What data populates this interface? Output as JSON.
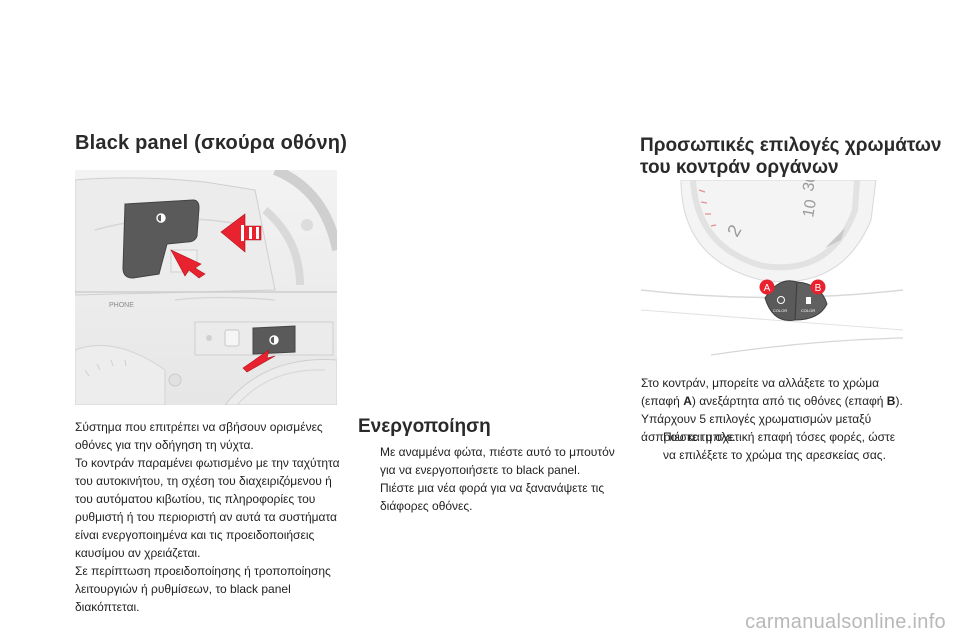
{
  "left": {
    "title": "Black panel (σκούρα οθόνη)",
    "figure_labels": {
      "phone": "PHONE"
    },
    "paragraphs": [
      "Σύστημα που επιτρέπει να σβήσουν ορισμένες οθόνες για την οδήγηση τη νύχτα.",
      "Το κοντράν παραμένει φωτισμένο με την ταχύτητα του αυτοκινήτου, τη σχέση του διαχειριζόμενου ή του αυτόματου κιβωτίου, τις πληροφορίες του ρυθμιστή ή του περιοριστή αν αυτά τα συστήματα είναι ενεργοποιημένα και τις προειδοποιήσεις καυσίμου αν χρειάζεται.",
      "Σε περίπτωση προειδοποίησης ή τροποποίησης λειτουργιών ή ρυθμίσεων, το black panel διακόπτεται."
    ]
  },
  "middle": {
    "title": "Ενεργοποίηση",
    "bullet_mark": "",
    "bullets": [
      "Με αναμμένα φώτα, πιέστε αυτό το μπουτόν για να ενεργοποιήσετε το black panel.",
      "Πιέστε μια νέα φορά για να ξανανάψετε τις διάφορες οθόνες."
    ]
  },
  "right": {
    "title_line1": "Προσωπικές επιλογές χρωμάτων",
    "title_line2": "του κοντράν οργάνων",
    "figure_labels": {
      "a": "A",
      "b": "B",
      "color1": "COLOR",
      "color2": "COLOR"
    },
    "p1_pre": "Στο κοντράν, μπορείτε να αλλάξετε το χρώμα (επαφή ",
    "p1_a": "A",
    "p1_mid": ") ανεξάρτητα από τις οθόνες (επαφή ",
    "p1_b": "B",
    "p1_post": ").",
    "p2": "Υπάρχουν 5 επιλογές χρωματισμών μεταξύ άσπρου και μπλε.",
    "bullet_mark": "",
    "bullets": [
      "Πιέστε τη σχετική επαφή τόσες φορές, ώστε να επιλέξετε το χρώμα της αρεσκείας σας."
    ]
  },
  "watermark": "carmanualsonline.info",
  "colors": {
    "arrow": "#e8232f",
    "badge": "#e8232f",
    "button_dark": "#5a5a5a"
  }
}
